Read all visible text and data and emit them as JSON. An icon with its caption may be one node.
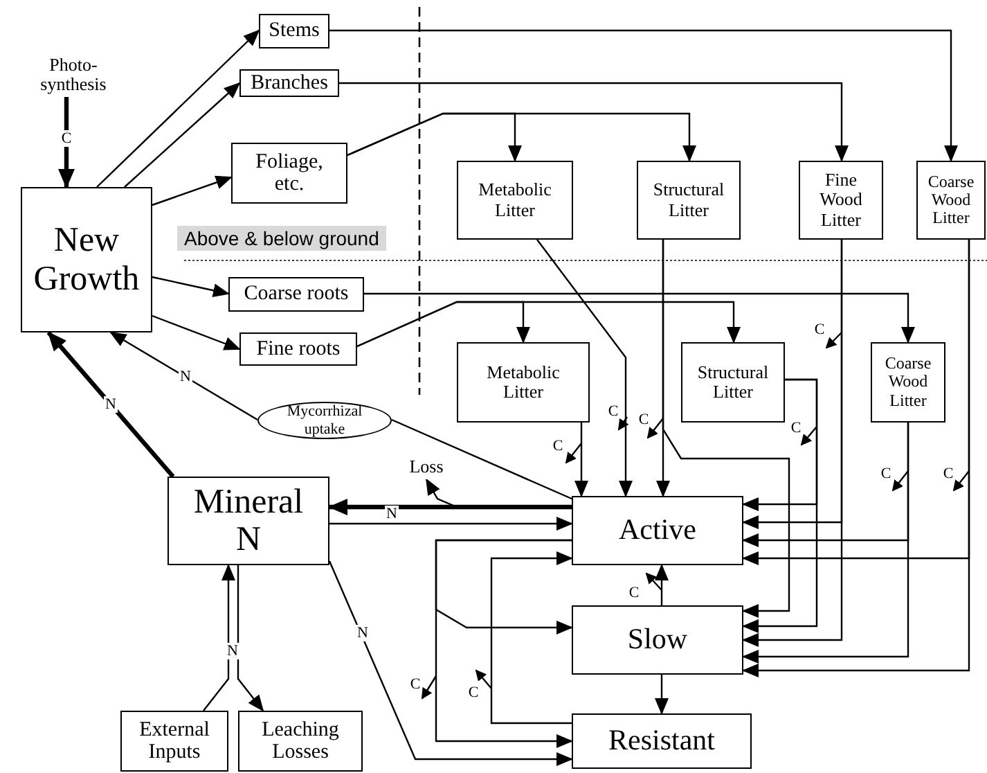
{
  "diagram": {
    "nodes": [
      {
        "text": [
          "Photo- synthesis"
        ]
      },
      {
        "text": [
          "New Growth"
        ]
      },
      {
        "text": [
          "Stems"
        ]
      },
      {
        "text": [
          "Branches"
        ]
      },
      {
        "text": [
          "Foliage, etc."
        ]
      },
      {
        "text": [
          "Coarse roots"
        ]
      },
      {
        "text": [
          "Fine roots"
        ]
      },
      {
        "text": [
          "Metabolic Litter"
        ]
      },
      {
        "text": [
          "Structural Litter"
        ]
      },
      {
        "text": [
          "Fine Wood Litter"
        ]
      },
      {
        "text": [
          "Coarse Wood Litter"
        ]
      },
      {
        "text": [
          "Metabolic Litter"
        ]
      },
      {
        "text": [
          "Structural Litter"
        ]
      },
      {
        "text": [
          "Coarse Wood Litter"
        ]
      },
      {
        "text": [
          "Mycorrhizal uptake"
        ]
      },
      {
        "text": [
          "Mineral N"
        ]
      },
      {
        "text": [
          "Active"
        ]
      },
      {
        "text": [
          "Slow"
        ]
      },
      {
        "text": [
          "Resistant"
        ]
      },
      {
        "text": [
          "External Inputs"
        ]
      },
      {
        "text": [
          "Leaching Losses"
        ]
      },
      {
        "text": [
          "Loss"
        ]
      }
    ],
    "edges": [
      {
        "from": 0,
        "to": 1,
        "arrow": "to",
        "label": "C",
        "style": "thick"
      },
      {
        "from": 1,
        "to": 2,
        "arrow": "to"
      },
      {
        "from": 1,
        "to": 3,
        "arrow": "to"
      },
      {
        "from": 1,
        "to": 4,
        "arrow": "to"
      },
      {
        "from": 1,
        "to": 5,
        "arrow": "to"
      },
      {
        "from": 1,
        "to": 6,
        "arrow": "to"
      },
      {
        "from": 2,
        "to": 10,
        "arrow": "to"
      },
      {
        "from": 3,
        "to": 9,
        "arrow": "to"
      },
      {
        "from": 4,
        "to": 7,
        "arrow": "to"
      },
      {
        "from": 4,
        "to": 8,
        "arrow": "to"
      },
      {
        "from": 5,
        "to": 13,
        "arrow": "to"
      },
      {
        "from": 6,
        "to": 11,
        "arrow": "to"
      },
      {
        "from": 6,
        "to": 12,
        "arrow": "to"
      },
      {
        "from": 15,
        "to": 1,
        "arrow": "to",
        "label": "N",
        "style": "thick"
      },
      {
        "from": 14,
        "to": 1,
        "arrow": "to",
        "label": "N"
      },
      {
        "from": 16,
        "to": 14,
        "arrow": "none"
      },
      {
        "from": 16,
        "to": 15,
        "arrow": "to",
        "label": "N",
        "style": "thick"
      },
      {
        "from": 15,
        "to": 16,
        "arrow": "to"
      },
      {
        "from": 16,
        "to": 21,
        "arrow": "to"
      },
      {
        "from": 15,
        "to": 18,
        "arrow": "to",
        "label": "N"
      },
      {
        "from": 19,
        "to": 15,
        "arrow": "to",
        "label": "N"
      },
      {
        "from": 15,
        "to": 20,
        "arrow": "to"
      },
      {
        "from": 7,
        "to": 16,
        "arrow": "to"
      },
      {
        "from": 8,
        "to": 16,
        "arrow": "to"
      },
      {
        "from": 8,
        "to": 17,
        "arrow": "to"
      },
      {
        "from": 12,
        "to": 16,
        "arrow": "to"
      },
      {
        "from": 12,
        "to": 17,
        "arrow": "to"
      },
      {
        "from": 9,
        "to": 16,
        "arrow": "to"
      },
      {
        "from": 9,
        "to": 17,
        "arrow": "to"
      },
      {
        "from": 13,
        "to": 16,
        "arrow": "to"
      },
      {
        "from": 13,
        "to": 17,
        "arrow": "to"
      },
      {
        "from": 10,
        "to": 16,
        "arrow": "to"
      },
      {
        "from": 10,
        "to": 17,
        "arrow": "to"
      },
      {
        "from": 11,
        "to": 16,
        "arrow": "to"
      },
      {
        "from": 17,
        "to": 16,
        "arrow": "to"
      },
      {
        "from": 17,
        "to": 18,
        "arrow": "to"
      },
      {
        "from": 16,
        "to": 17,
        "arrow": "to"
      },
      {
        "from": 16,
        "to": 18,
        "arrow": "to"
      },
      {
        "from": 18,
        "to": 16,
        "arrow": "to"
      }
    ],
    "labels": [
      "Above & below ground",
      "C",
      "C",
      "C",
      "C",
      "C",
      "C",
      "C",
      "C",
      "C",
      "C"
    ]
  }
}
